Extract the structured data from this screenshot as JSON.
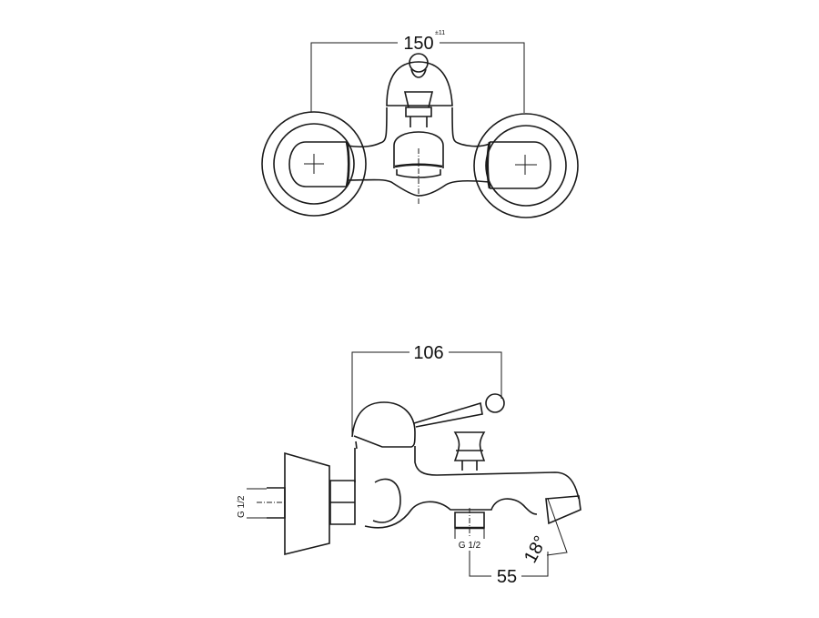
{
  "front_view": {
    "width_dimension": "150",
    "width_tolerance": "±11"
  },
  "side_view": {
    "lever_reach_dimension": "106",
    "wall_inlet_thread": "G 1/2",
    "shower_outlet_thread": "G 1/2",
    "outlet_offset_dimension": "55",
    "spout_angle": "18°"
  }
}
